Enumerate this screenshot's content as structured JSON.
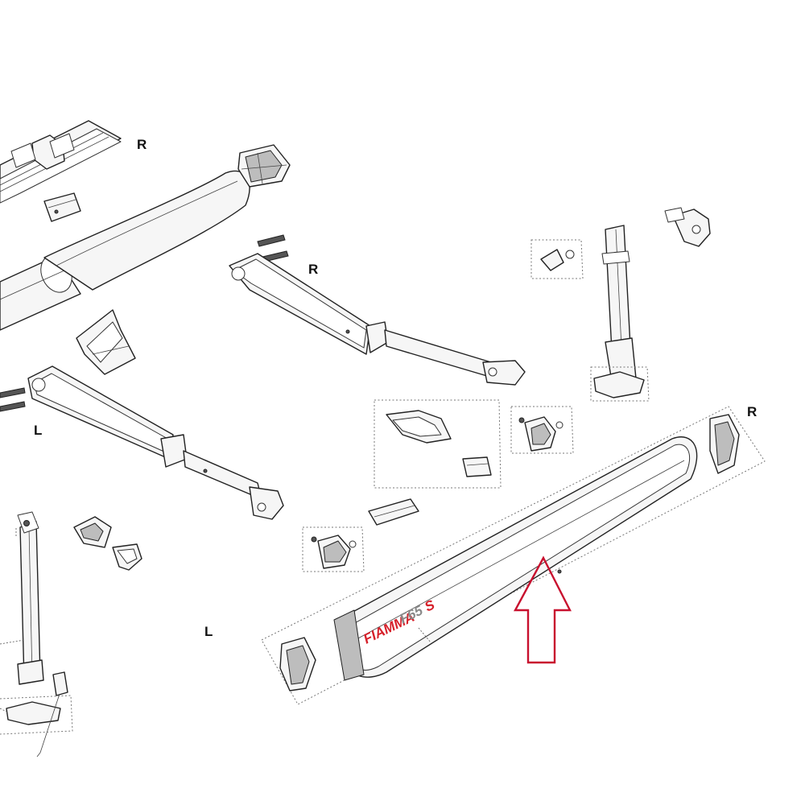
{
  "labels": {
    "r_top": "R",
    "r_arm": "R",
    "r_cover": "R",
    "l_arm": "L",
    "l_leg": "L"
  },
  "brand": {
    "name": "FIAMMA",
    "model_prefix": "F65",
    "model_suffix": "S"
  },
  "colors": {
    "indicator_arrow": "#c8102e",
    "brand_red": "#d6202a",
    "brand_grey": "#8a8a8a",
    "line_art": "#222222"
  },
  "icons": {
    "indicator": "up-arrow-outline"
  }
}
